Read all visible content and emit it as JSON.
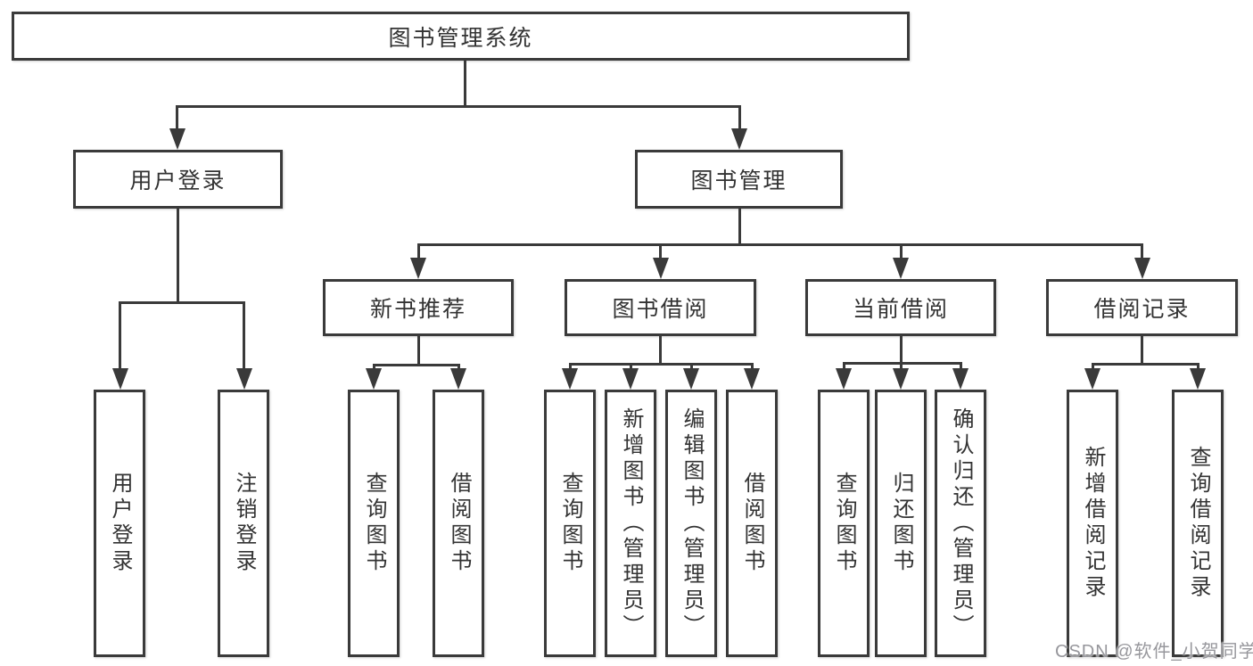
{
  "colors": {
    "line": "#3a3a3a",
    "text": "#333333",
    "background": "#ffffff",
    "watermark": "#97979c"
  },
  "nodes": {
    "root": "图书管理系统",
    "user_login": "用户登录",
    "book_management": "图书管理",
    "new_book_recommend": "新书推荐",
    "book_borrow": "图书借阅",
    "current_borrow": "当前借阅",
    "borrow_records": "借阅记录"
  },
  "leaves": {
    "user_login": [
      "用户登录",
      "注销登录"
    ],
    "new_book_recommend": [
      "查询图书",
      "借阅图书"
    ],
    "book_borrow": [
      "查询图书",
      "新增图书（管理员）",
      "编辑图书（管理员）",
      "借阅图书"
    ],
    "current_borrow": [
      "查询图书",
      "归还图书",
      "确认归还（管理员）"
    ],
    "borrow_records": [
      "新增借阅记录",
      "查询借阅记录"
    ]
  },
  "watermark": "CSDN @软件_小贺同学"
}
